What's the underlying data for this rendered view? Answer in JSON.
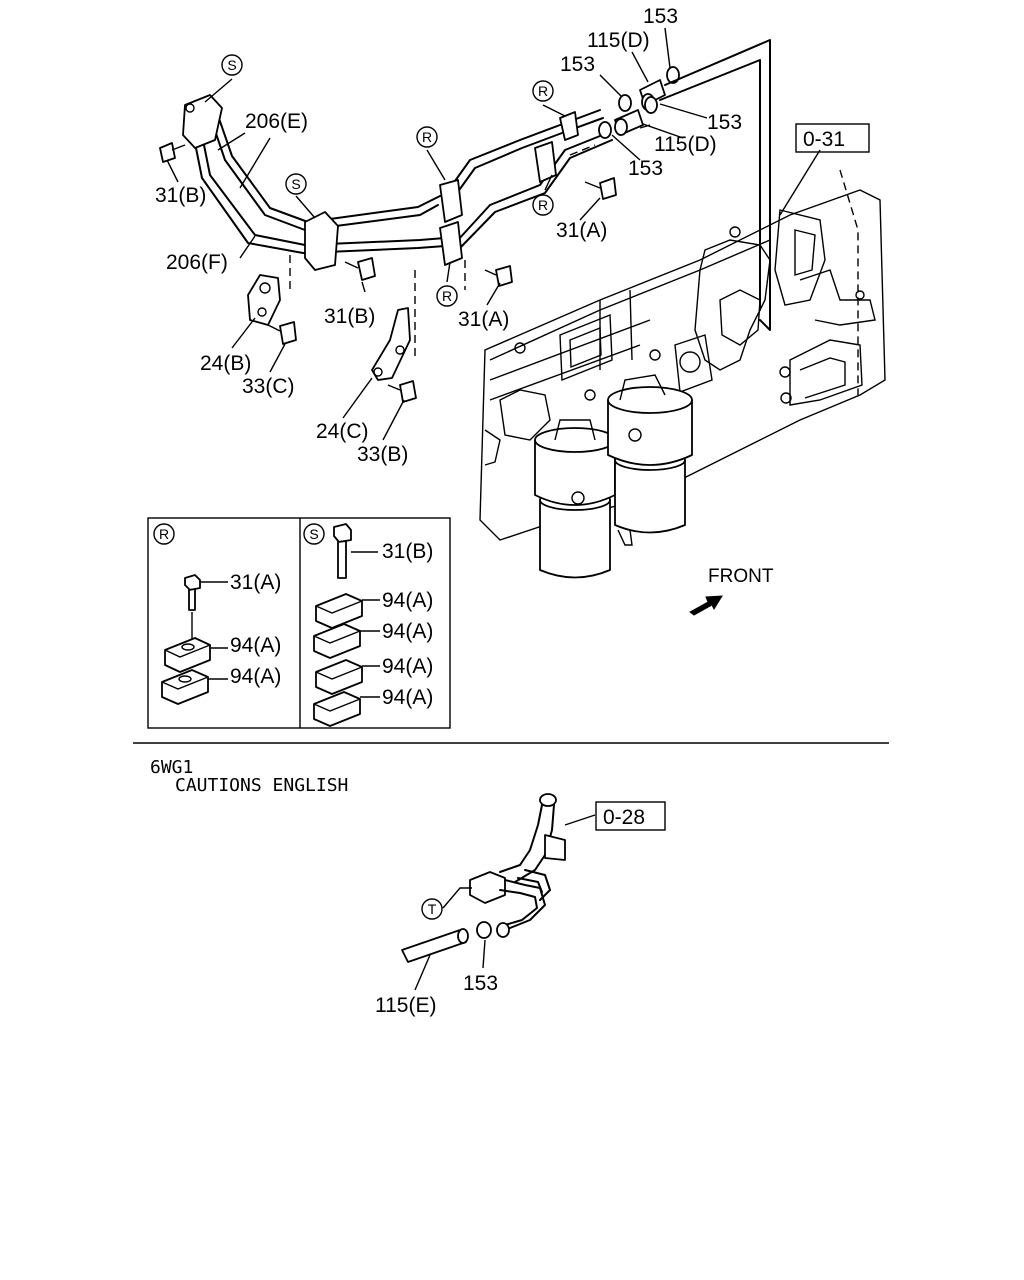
{
  "callouts": {
    "p153_a": "153",
    "p115d_a": "115(D)",
    "p153_b": "153",
    "p153_c": "153",
    "p115d_b": "115(D)",
    "p153_d": "153",
    "p206e": "206(E)",
    "p206f": "206(F)",
    "p31b_a": "31(B)",
    "p31b_b": "31(B)",
    "p31a_a": "31(A)",
    "p31a_b": "31(A)",
    "p24b": "24(B)",
    "p33c": "33(C)",
    "p24c": "24(C)",
    "p33b": "33(B)",
    "ref_031": "0-31",
    "ref_028": "0-28",
    "p115e": "115(E)",
    "p153_e": "153"
  },
  "markers": {
    "r": "R",
    "s": "S",
    "t": "T"
  },
  "inset_r": {
    "bolt": "31(A)",
    "clamps": [
      "94(A)",
      "94(A)"
    ]
  },
  "inset_s": {
    "bolt": "31(B)",
    "clamps": [
      "94(A)",
      "94(A)",
      "94(A)",
      "94(A)"
    ]
  },
  "front_label": "FRONT",
  "note": {
    "line1": "6WG1",
    "line2": "CAUTIONS ENGLISH"
  }
}
